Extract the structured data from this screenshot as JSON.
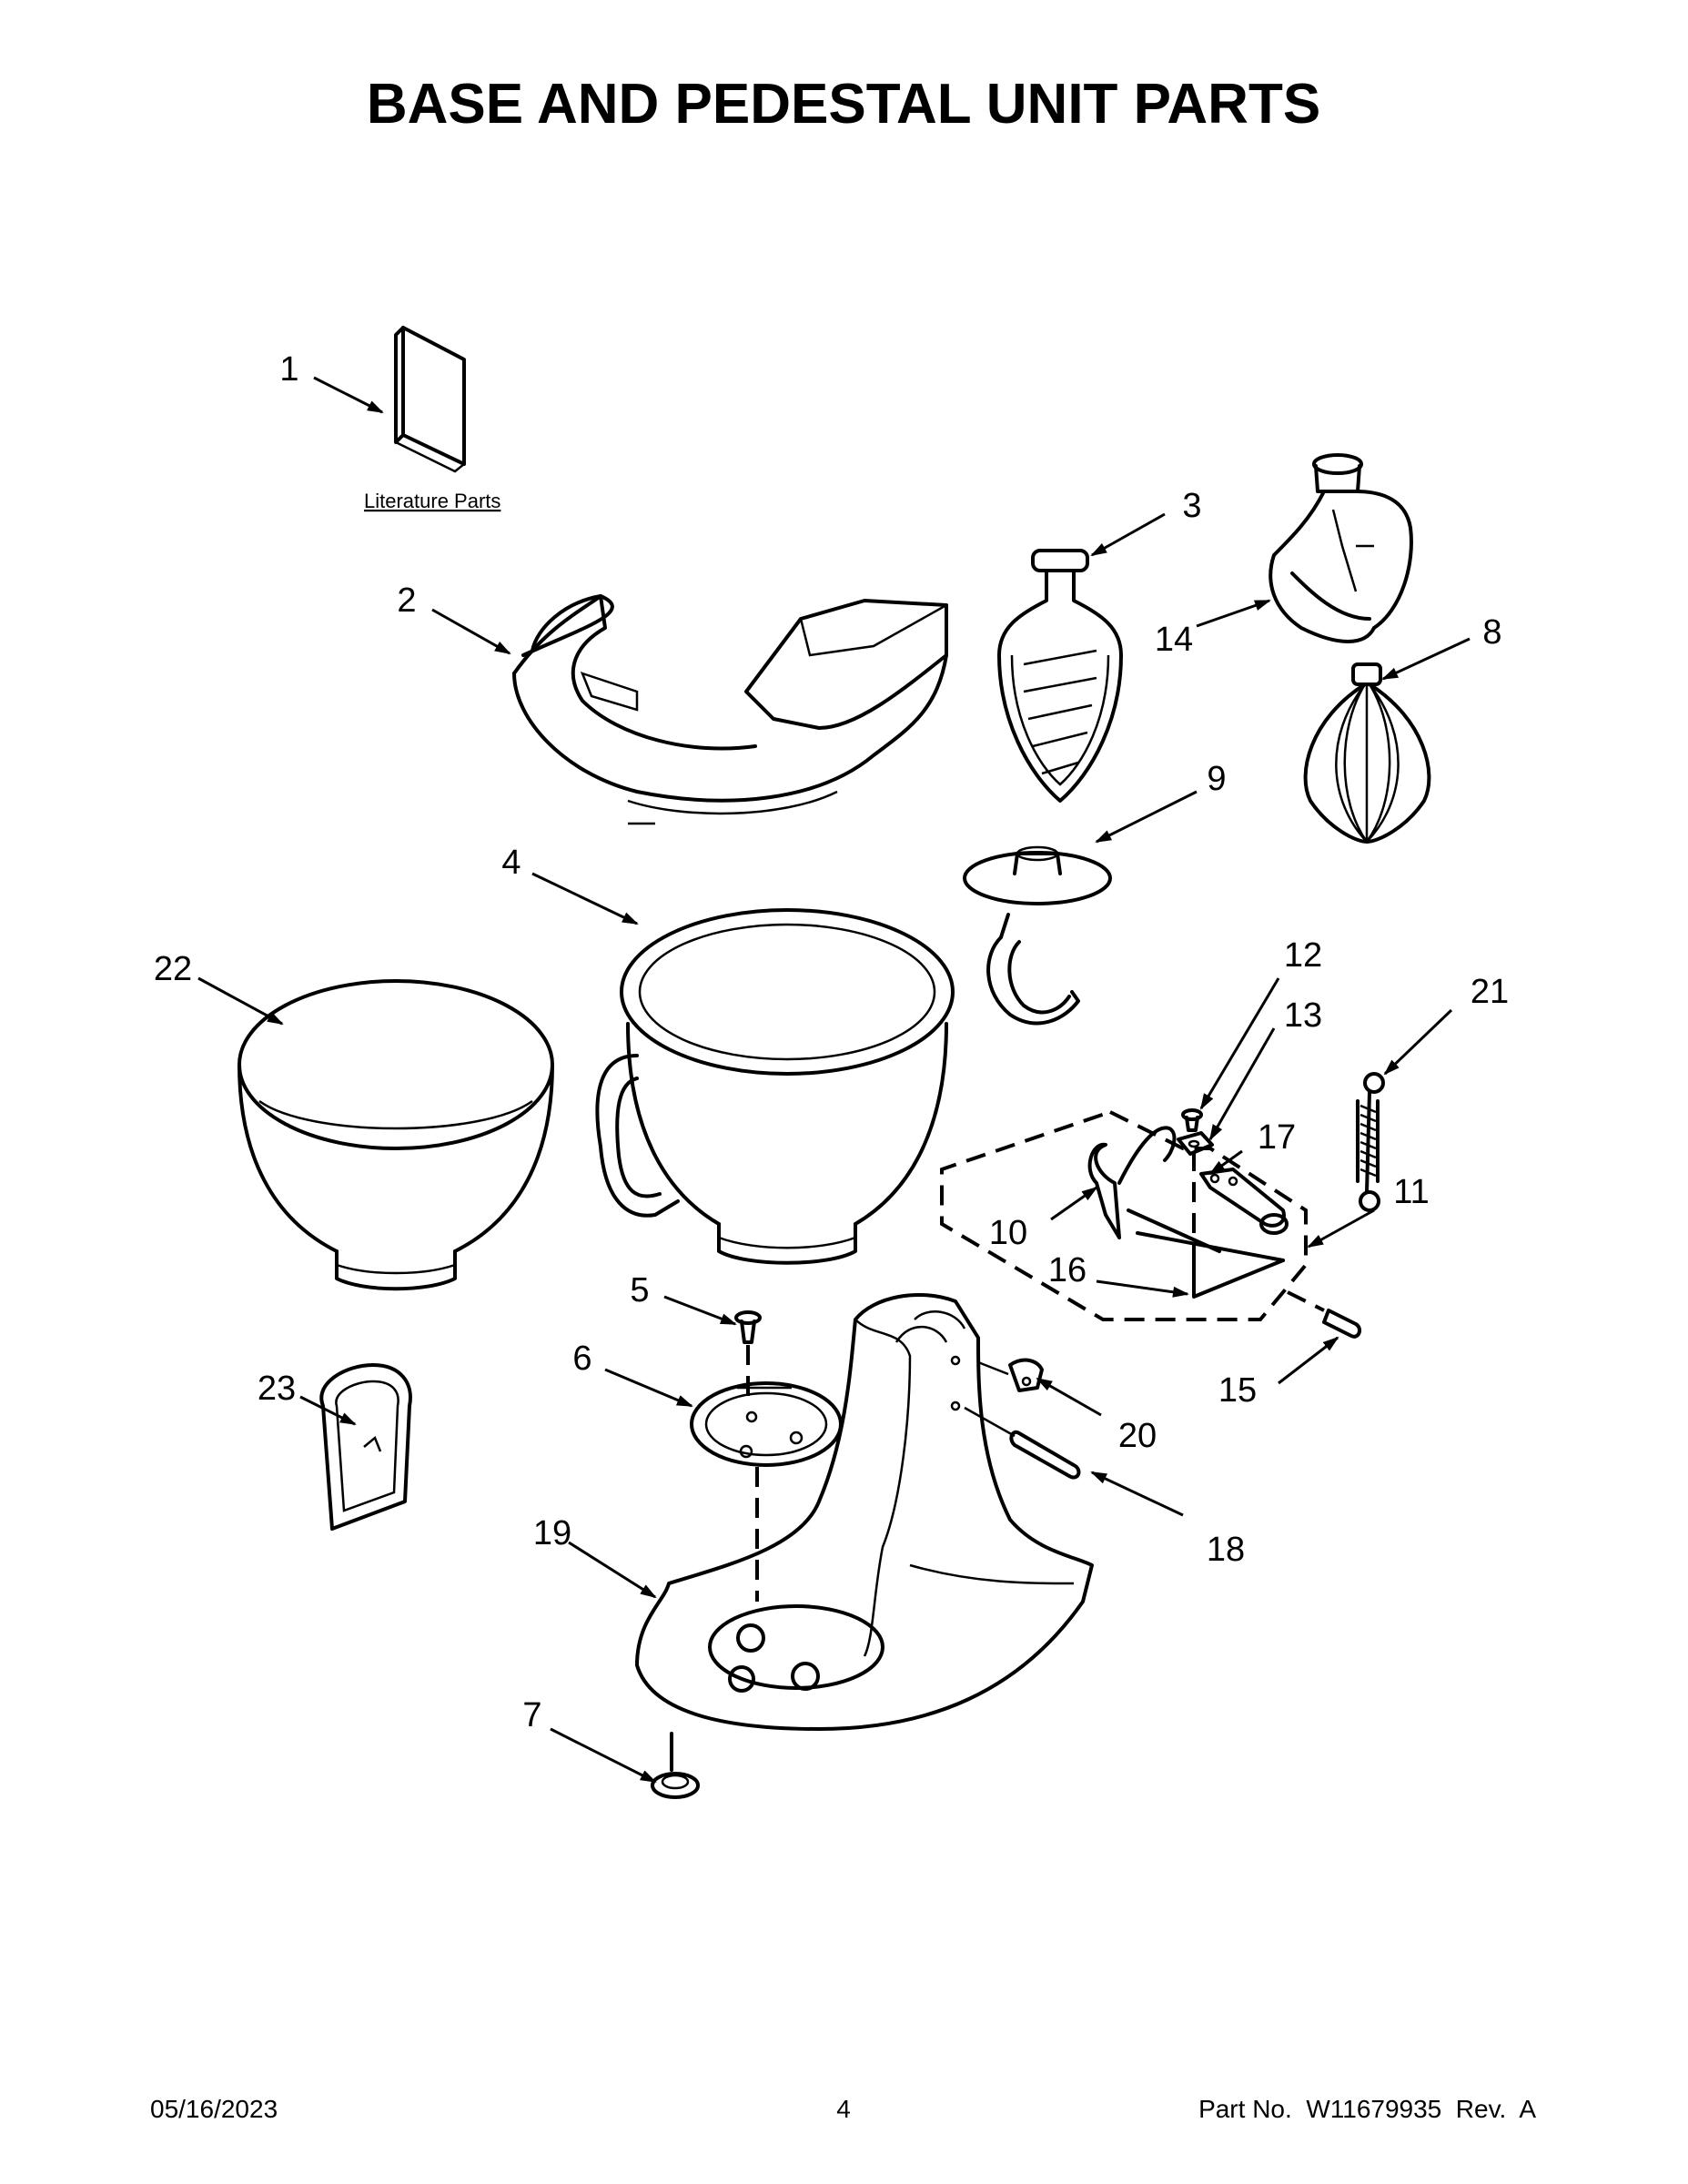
{
  "title": "BASE AND PEDESTAL UNIT PARTS",
  "literature_label": "Literature Parts",
  "callouts": {
    "c1": "1",
    "c2": "2",
    "c3": "3",
    "c4": "4",
    "c5": "5",
    "c6": "6",
    "c7": "7",
    "c8": "8",
    "c9": "9",
    "c10": "10",
    "c11": "11",
    "c12": "12",
    "c13": "13",
    "c14": "14",
    "c15": "15",
    "c16": "16",
    "c17": "17",
    "c18": "18",
    "c19": "19",
    "c20": "20",
    "c21": "21",
    "c22": "22",
    "c23": "23"
  },
  "footer": {
    "date": "05/16/2023",
    "page": "4",
    "part_no": "Part No.  W11679935  Rev.  A"
  }
}
